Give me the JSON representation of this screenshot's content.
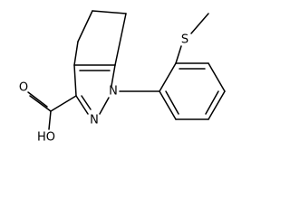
{
  "molecule": {
    "atoms": {
      "oh": "HO",
      "o_carbonyl": "O",
      "n_2": "N",
      "n_1": "N",
      "s": "S"
    }
  },
  "colors": {
    "bond": "#000000",
    "background": "#ffffff"
  }
}
